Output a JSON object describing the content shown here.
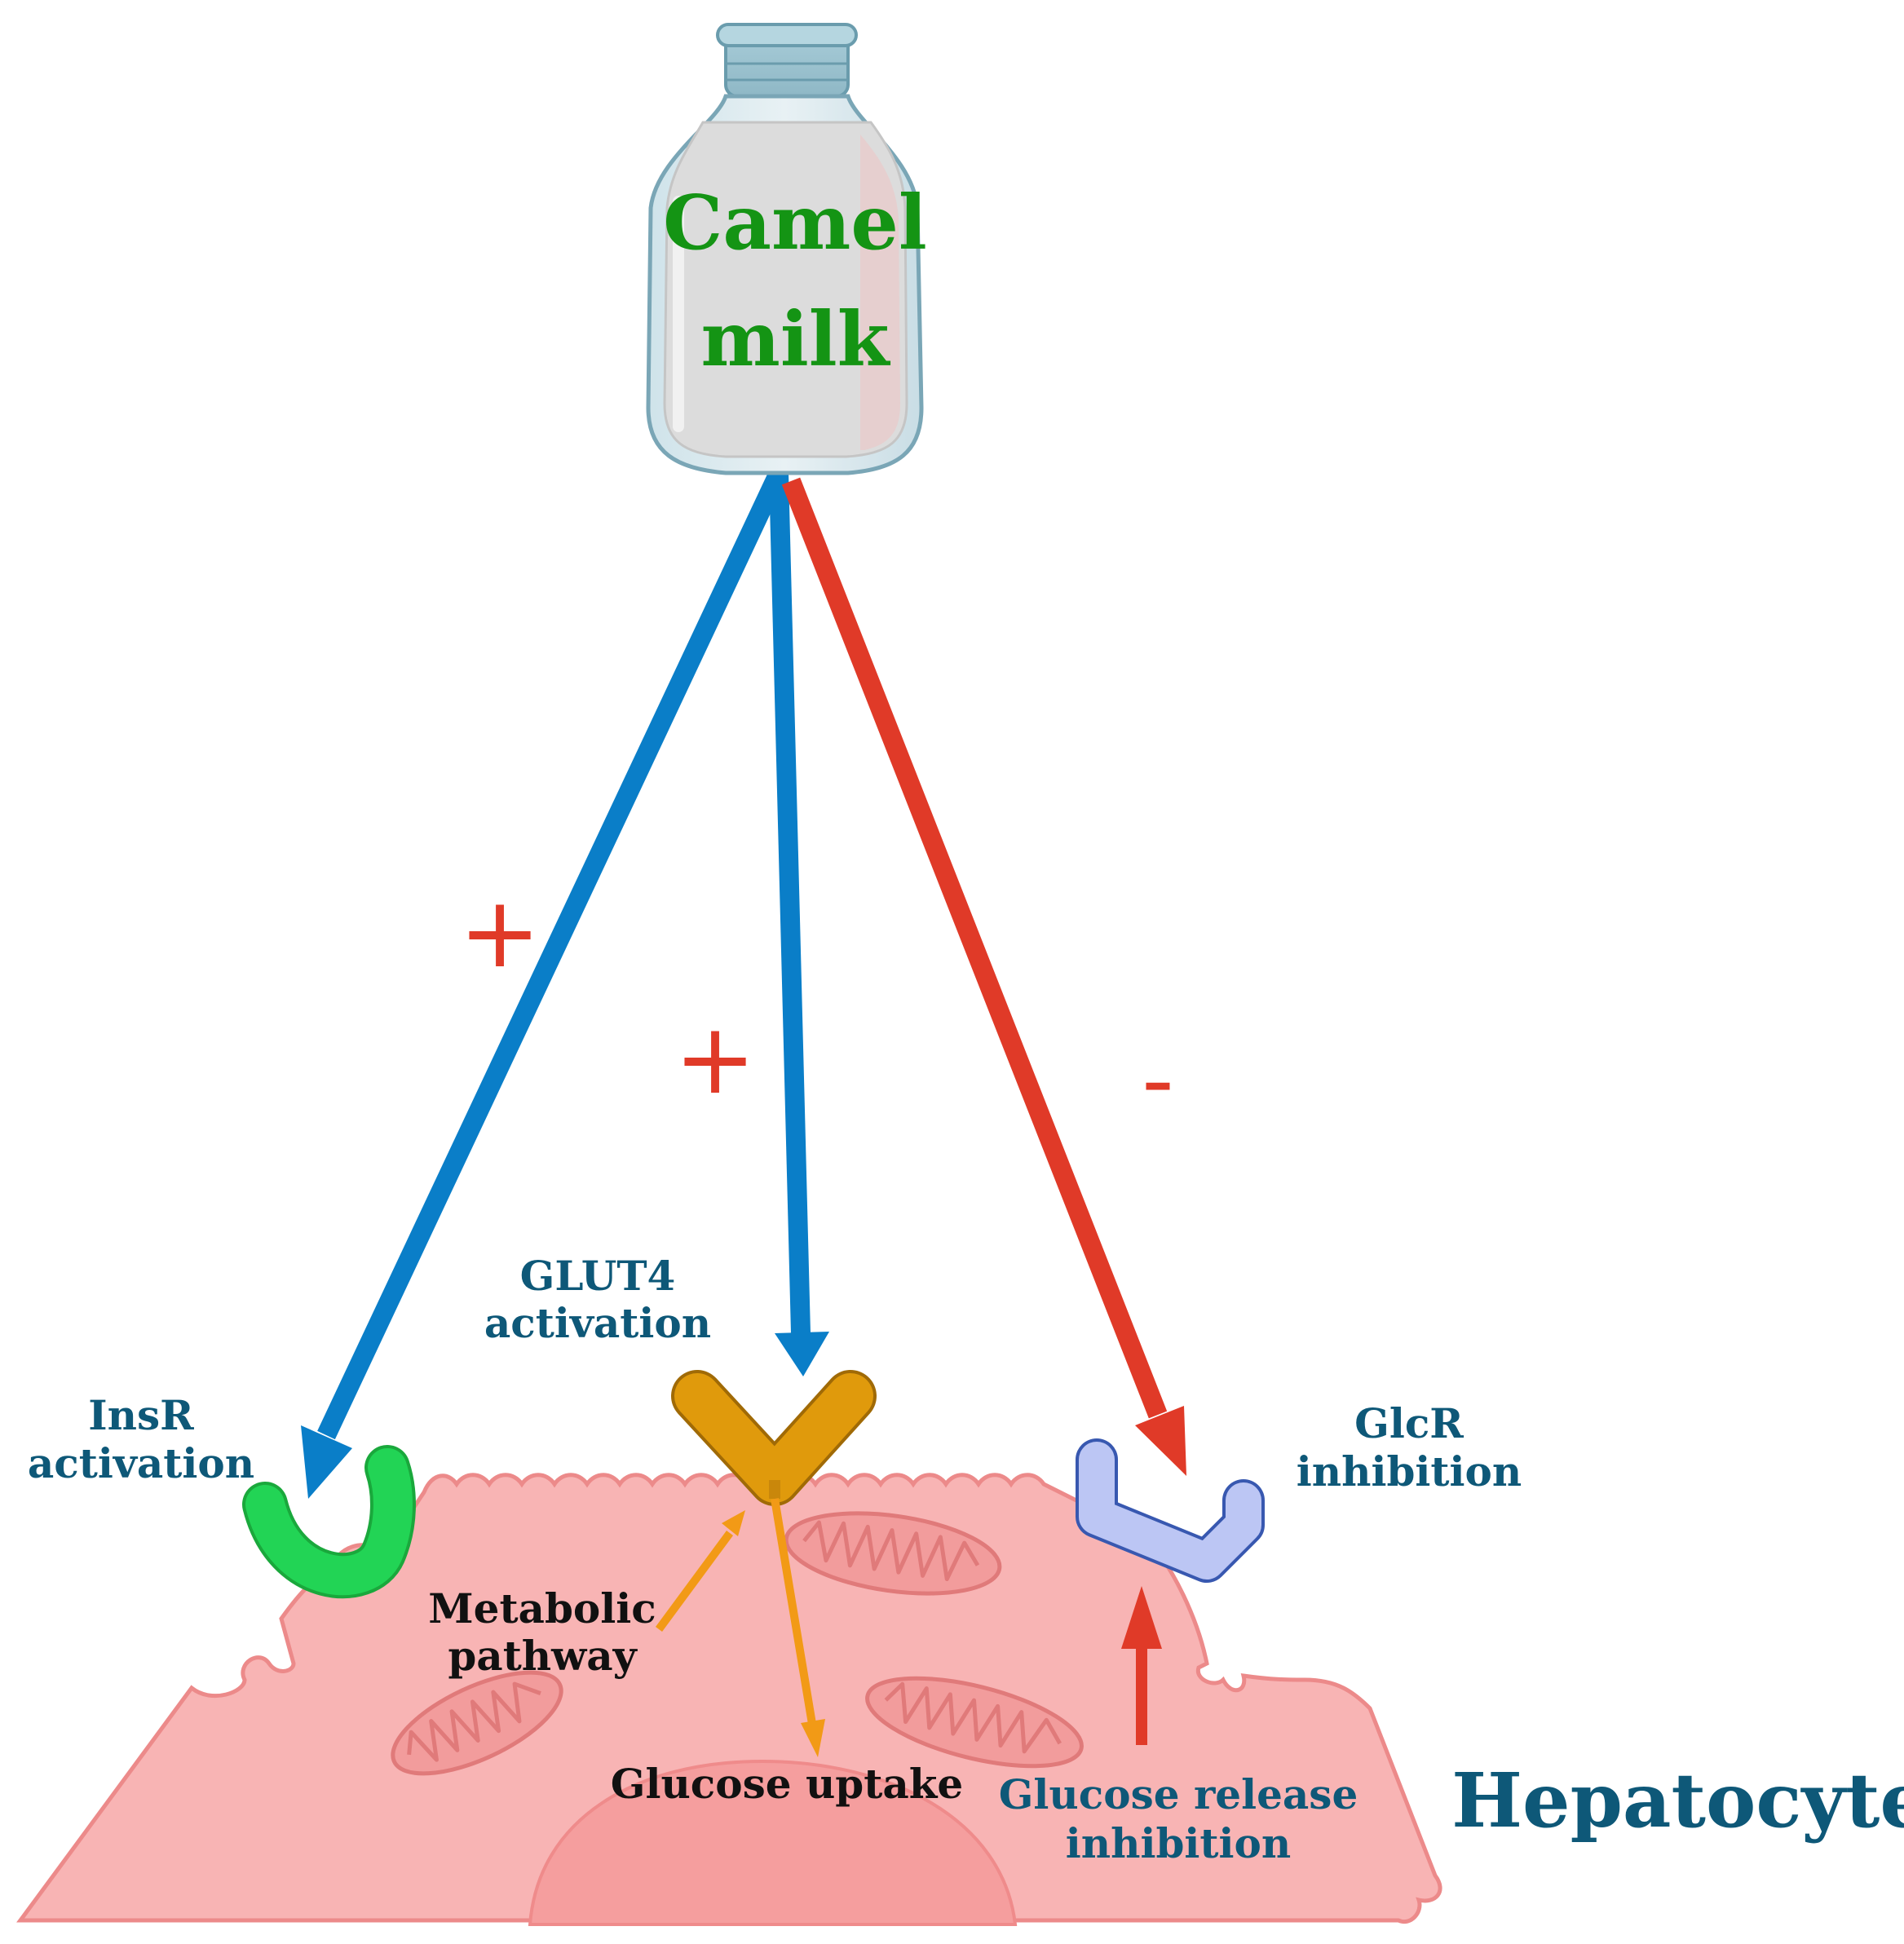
{
  "bottle": {
    "line1": "Camel",
    "line2": "milk"
  },
  "signs": {
    "insr": "+",
    "glut4": "+",
    "glcr": "-"
  },
  "labels": {
    "glut4_line1": "GLUT4",
    "glut4_line2": "activation",
    "insr_line1": "InsR",
    "insr_line2": "activation",
    "glcr_line1": "GlcR",
    "glcr_line2": "inhibition",
    "metabolic_line1": "Metabolic",
    "metabolic_line2": "pathway",
    "glucose_uptake": "Glucose uptake",
    "release_line1": "Glucose release",
    "release_line2": "inhibition",
    "cell": "Hepatocyte"
  },
  "colors": {
    "activation_arrow": "#0a7ec8",
    "inhibition_arrow": "#e03a28",
    "pathway_arrow": "#f29a16",
    "label_blue": "#0e5878",
    "bottle_text": "#149414",
    "cell_fill": "#f8b4b4",
    "insr_receptor": "#22d455",
    "glut4_receptor": "#e09a0c",
    "glcr_receptor": "#bcc6f4"
  }
}
